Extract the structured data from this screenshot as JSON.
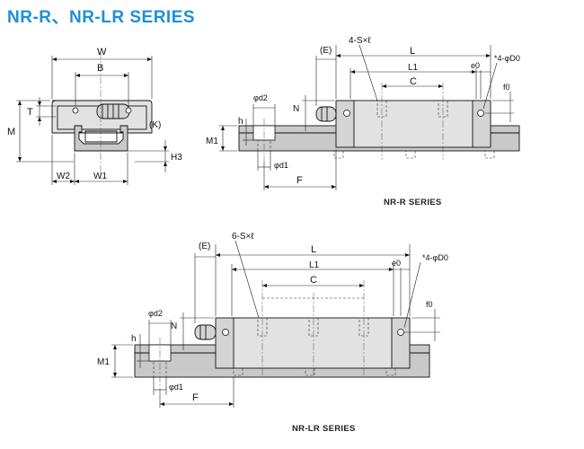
{
  "title": "NR-R、NR-LR SERIES",
  "captions": {
    "nr_r": "NR-R SERIES",
    "nr_lr": "NR-LR SERIES"
  },
  "labels": {
    "W": "W",
    "B": "B",
    "T": "T",
    "M": "M",
    "K": "(K)",
    "H3": "H3",
    "W2": "W2",
    "W1": "W1",
    "E": "(E)",
    "S4": "4-S×ℓ",
    "S6": "6-S×ℓ",
    "L": "L",
    "L1": "L1",
    "e0": "e0",
    "D0": "*4-φD0",
    "C": "C",
    "f0": "f0",
    "N": "N",
    "d2": "φd2",
    "h": "h",
    "M1": "M1",
    "d1": "φd1",
    "F": "F"
  },
  "colors": {
    "title": "#1f8fd6",
    "rail": "#c9c9c9",
    "block": "#e2e2e2"
  }
}
